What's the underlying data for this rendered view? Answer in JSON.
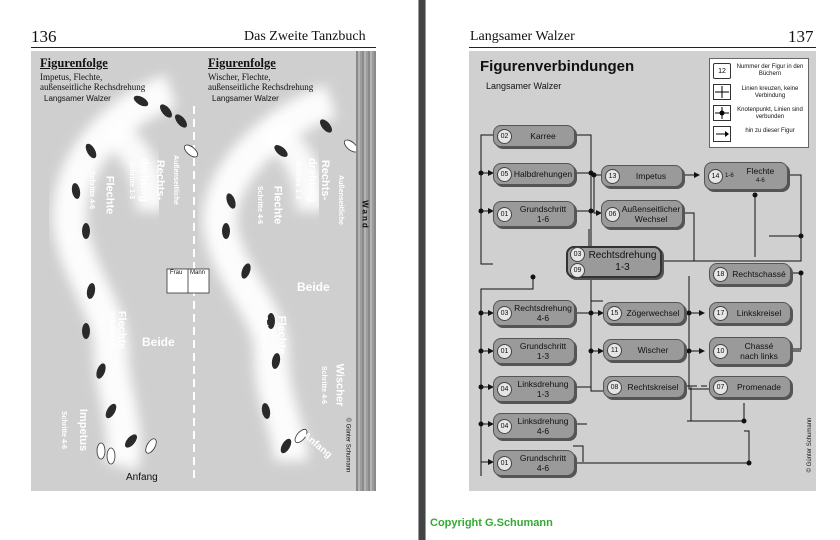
{
  "left_page": {
    "page_number": "136",
    "book_title": "Das Zweite Tanzbuch",
    "figure_a": {
      "title": "Figurenfolge",
      "subtitle_line1": "Impetus, Flechte,",
      "subtitle_line2": "außenseitliche Rechsdrehung",
      "dance": "Langsamer Walzer"
    },
    "figure_b": {
      "title": "Figurenfolge",
      "subtitle_line1": "Wischer, Flechte,",
      "subtitle_line2": "außenseitliche Rechsdrehung",
      "dance": "Langsamer Walzer"
    },
    "path_labels": {
      "aussen_left": "Außenseitliche",
      "rechts_left": "Rechts-",
      "drehung_left": "drehung",
      "schritte13_left": "Schritte 1-3",
      "flechte_left_a": "Flechte",
      "schritte46_left_a": "Schritte 4-6",
      "flechte_left_b": "Flechte",
      "schritte13_left_b": "Schritte 1-3",
      "beide_left": "Beide",
      "impetus": "Impetus",
      "schritte46_impetus": "Schritte 4-6",
      "anfang_left": "Anfang",
      "aussen_right": "Außenseitliche",
      "rechts_right": "Rechts-",
      "drehung_right": "drehung",
      "schritte13_right": "Schritte 1-3",
      "flechte_right_a": "Flechte",
      "schritte46_right_a": "Schritte 4-6",
      "flechte_right_b": "Flechte",
      "schritte13_right_b": "Schritte 1-3",
      "beide_right": "Beide",
      "wischer": "Wischer",
      "schritte46_wischer": "Schritte 4-6",
      "anfang_right": "Anfang",
      "frau": "Frau",
      "mann": "Mann",
      "wand": "Wand",
      "author": "© Günter Schumann"
    }
  },
  "right_page": {
    "book_title": "Langsamer Walzer",
    "page_number": "137",
    "heading": "Figurenverbindungen",
    "dance": "Langsamer Walzer",
    "author": "© Günter Schumann",
    "legend": [
      {
        "symbol": "12",
        "text": "Nummer der Figur in den Büchern"
      },
      {
        "symbol": "cross",
        "text": "Linien kreuzen, keine Verbindung"
      },
      {
        "symbol": "dot",
        "text": "Knotenpunkt, Linien sind verbunden"
      },
      {
        "symbol": "arrow",
        "text": "hin zu dieser Figur"
      }
    ],
    "nodes": {
      "karree": {
        "num": "02",
        "label": "Karree"
      },
      "halbdrehungen": {
        "num": "05",
        "label": "Halbdrehungen"
      },
      "grundschritt16": {
        "num": "01",
        "label": "Grundschritt",
        "label2": "1-6"
      },
      "impetus": {
        "num": "13",
        "label": "Impetus"
      },
      "flechte": {
        "num": "14",
        "prefix": "1-6",
        "label": "Flechte",
        "label2": "4-6"
      },
      "aussenseitlicher": {
        "num": "06",
        "label": "Außenseitlicher",
        "label2": "Wechsel"
      },
      "rechtsdrehung13": {
        "num": "03",
        "num2": "09",
        "label": "Rechtsdrehung",
        "label2": "1-3"
      },
      "rechtschasse": {
        "num": "18",
        "label": "Rechtschassé"
      },
      "rechtsdrehung46": {
        "num": "03",
        "label": "Rechtsdrehung",
        "label2": "4-6"
      },
      "zoegerwechsel": {
        "num": "15",
        "label": "Zögerwechsel"
      },
      "linkskreisel": {
        "num": "17",
        "label": "Linkskreisel"
      },
      "grundschritt13": {
        "num": "01",
        "label": "Grundschritt",
        "label2": "1-3"
      },
      "wischer": {
        "num": "11",
        "label": "Wischer"
      },
      "chasse": {
        "num": "10",
        "label": "Chassé",
        "label2": "nach links"
      },
      "linksdrehung13": {
        "num": "04",
        "label": "Linksdrehung",
        "label2": "1-3"
      },
      "rechtskreisel": {
        "num": "08",
        "label": "Rechtskreisel"
      },
      "promenade": {
        "num": "07",
        "label": "Promenade"
      },
      "linksdrehung46": {
        "num": "04",
        "label": "Linksdrehung",
        "label2": "4-6"
      },
      "grundschritt46": {
        "num": "01",
        "label": "Grundschritt",
        "label2": "4-6"
      }
    }
  },
  "footer": {
    "copyright": "Copyright G.Schumann",
    "copyright_color": "#33aa33"
  },
  "colors": {
    "panel_bg": "#d0d0d0",
    "node_fill": "#9a9a9a",
    "divider": "#444444"
  }
}
